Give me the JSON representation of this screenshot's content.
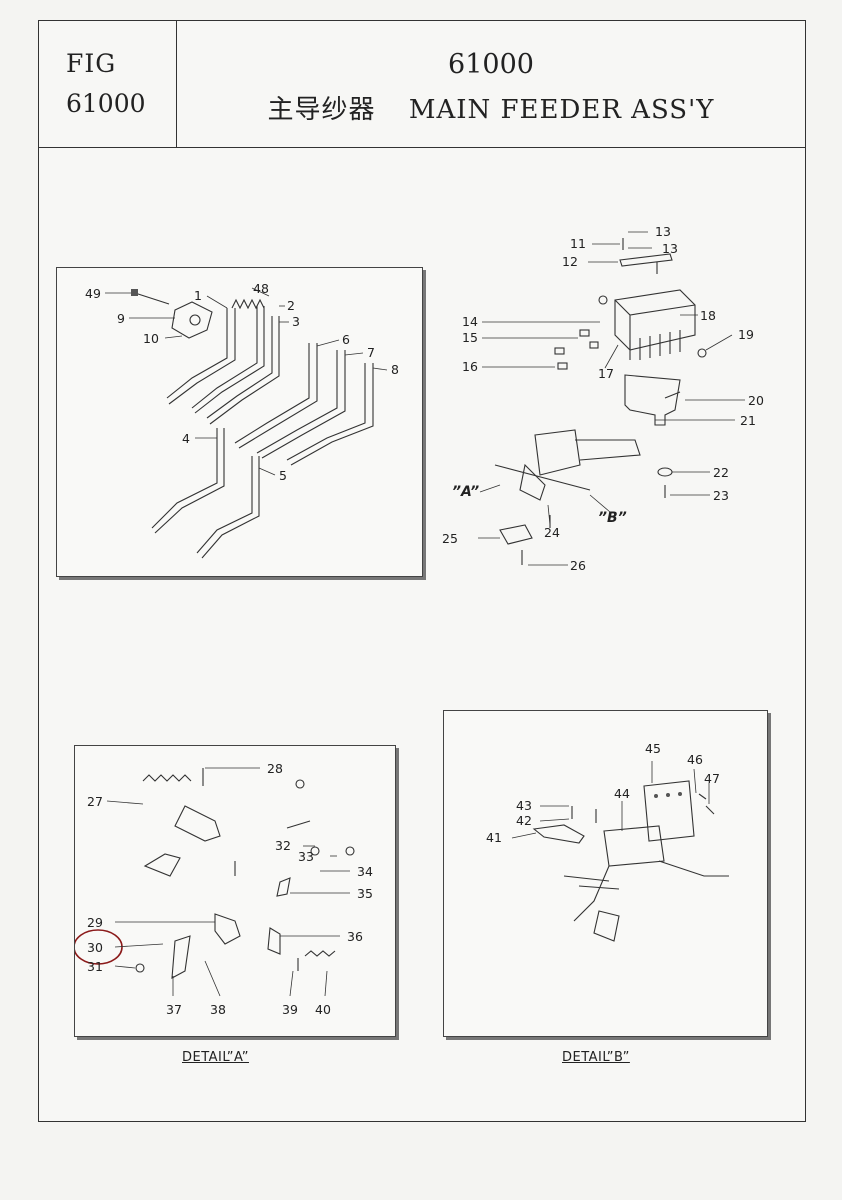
{
  "header": {
    "fig_label": "FIG",
    "fig_number": "61000",
    "title_number": "61000",
    "title_cn": "主导纱器",
    "title_en": "MAIN FEEDER ASS'Y"
  },
  "panel_guides": {
    "callouts": [
      "49",
      "9",
      "10",
      "1",
      "48",
      "2",
      "3",
      "6",
      "7",
      "8",
      "4",
      "5"
    ]
  },
  "panel_assembly": {
    "callouts": [
      "13",
      "11",
      "13",
      "12",
      "18",
      "14",
      "15",
      "19",
      "16",
      "17",
      "20",
      "21",
      "22",
      "23",
      "24",
      "25",
      "26"
    ],
    "view_labels": [
      "”A”",
      "”B”"
    ]
  },
  "detail_a": {
    "caption": "DETAIL”A”",
    "callouts": [
      "28",
      "27",
      "32",
      "33",
      "34",
      "35",
      "29",
      "30",
      "31",
      "36",
      "37",
      "38",
      "39",
      "40"
    ],
    "highlighted_callout": "30"
  },
  "detail_b": {
    "caption": "DETAIL”B”",
    "callouts": [
      "45",
      "46",
      "47",
      "43",
      "42",
      "44",
      "41"
    ]
  },
  "colors": {
    "line": "#333333",
    "highlight": "#8b1a1a",
    "paper": "#f4f4f2"
  }
}
